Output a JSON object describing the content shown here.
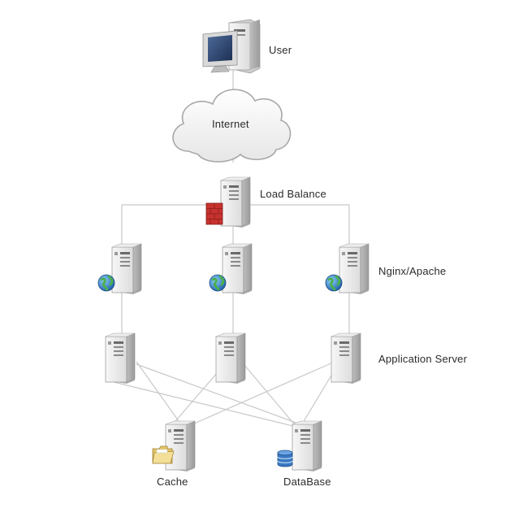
{
  "labels": {
    "user": "User",
    "internet": "Internet",
    "load_balance": "Load Balance",
    "web_servers": "Nginx/Apache",
    "app_servers": "Application Server",
    "cache": "Cache",
    "database": "DataBase"
  },
  "icons": {
    "user": "desktop-computer-icon",
    "internet": "cloud-icon",
    "load_balance": "server-with-firewall-icon",
    "web_server": "server-with-globe-icon",
    "app_server": "server-icon",
    "cache": "server-with-folder-icon",
    "database": "server-with-database-icon"
  },
  "colors": {
    "line": "#c8c8c8",
    "server_body": "#e8e8e8",
    "firewall": "#c8322e",
    "globe": "#2a7fc0",
    "folder": "#f0d88a",
    "database": "#3a78c2"
  }
}
